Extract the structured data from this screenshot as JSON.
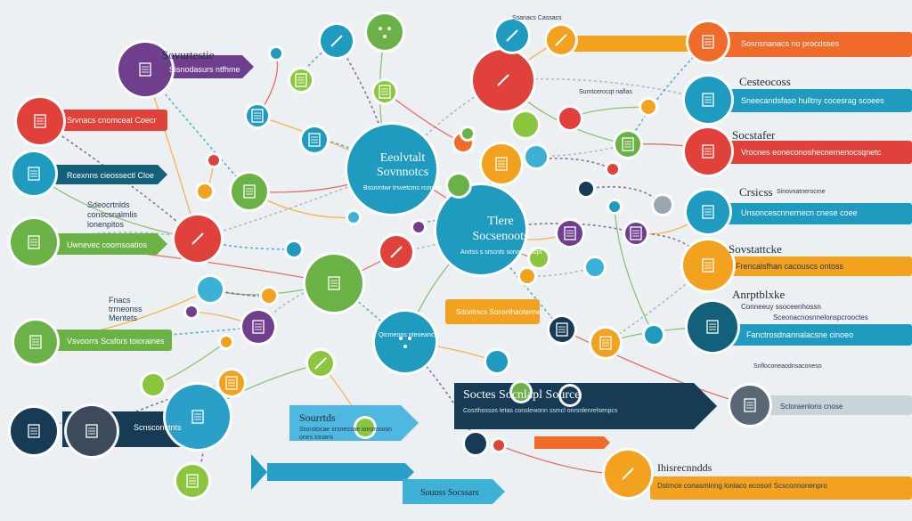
{
  "colors": {
    "bg": "#edf0f2",
    "teal": "#1f9bbf",
    "deep_teal": "#13607a",
    "navy": "#173a55",
    "red": "#e0413a",
    "orange": "#f3a21f",
    "orange_red": "#f06a2a",
    "green": "#6bb246",
    "purple": "#6f3f8e",
    "lime": "#8cc63f",
    "cyan": "#3bb1d6"
  },
  "hubs": {
    "hub_left": {
      "title": "Eeolvtalt Sovnnotcs",
      "sub": "Bssnrntwr trsvetcms rconrds"
    },
    "hub_center": {
      "title": "Tlere Socsenoots",
      "sub": "Anrtss s srscnts sonrclm oopt"
    }
  },
  "left_tags": [
    {
      "label": "Sovurtestie"
    },
    {
      "label": "Sisnodasurs ntfhme"
    },
    {
      "label": "Srvnacs cnomceat Coecr"
    },
    {
      "label": "Rcexnns cieossectl Cloe"
    },
    {
      "label": "Uwnevec coomsoatios"
    },
    {
      "label": "Vsvoorrs Scsfors toioraines"
    },
    {
      "label": "Scnsconctnts"
    }
  ],
  "left_texts": {
    "caption_left": "Sdeocrtnlds conscsnalmlis lonenpitos",
    "caption_left2": "Fnacs trrneonss Mentets"
  },
  "center_tags": {
    "center_tag": "Sdonlrscs Sonsnlhaoterme",
    "center_tag_sub": "Qicrneoos nteoeancts",
    "source_arrow": "Sourrtds",
    "source_arrow_sub": "Sisnstocae srsnessae ionomsosn ones tonans",
    "bottom_arrow": "Souuss Socssars",
    "source_banner": "Soctes Socnlapl Source",
    "source_banner_sub": "Cosrthossos tetas conslewonn ssmcl onrsnlenrelsenpcs",
    "top_label": "Ssanacs Cassacs",
    "top_label2": "Sumtcerocqt naflas"
  },
  "right_rows": [
    {
      "title": "",
      "label": "Sosnsnanacs no procdsses"
    },
    {
      "title": "Cesteocoss",
      "label": "Sneecandsfaso hulltny cocesrag scoees"
    },
    {
      "title": "Socstafer",
      "label": "Vrocnes eoneconoshecnemenocsqnetc"
    },
    {
      "title": "Crsicss",
      "label": "Unsoncescnnernecn cnese coee"
    },
    {
      "title": "Sovstattcke",
      "label": "Frencalsfhan cacouscs ontoss"
    },
    {
      "title": "Anrptblxke",
      "label": "Sceonacnosnnelonspcrooctes"
    },
    {
      "title": "",
      "label": "Fanctrosdnannalacsne cinoeo"
    },
    {
      "title": "Ihisrecnndds",
      "label": "Dstrnce conasmlnng lonlaco ecosorl Scsconnonenpro"
    }
  ],
  "right_texts": {
    "sub_aside_1": "Sinovnatnerocme",
    "sub_aside_2": "Conneeuy ssoceenhossn",
    "sub_aside_3": "Snfloconeaodnsaconeso",
    "row7_sub": "Sctoraenlons cnose"
  },
  "icons": [
    "document-icon",
    "book-icon",
    "book-icon",
    "document-icon",
    "notebook-icon",
    "book-icon",
    "document-icon",
    "pencil-icon",
    "pencil-icon",
    "document-icon",
    "book-icon",
    "card-icon",
    "document-icon",
    "document-icon",
    "document-icon",
    "document-icon",
    "pencil-icon",
    "pencil-icon",
    "book-icon",
    "document-icon",
    "network-icon",
    "network-icon",
    "pencil-icon",
    "pencil-icon",
    "document-icon",
    "document-icon",
    "document-icon",
    "pencil-icon",
    "document-icon",
    "book-icon",
    "document-icon",
    "book-icon",
    "document-icon",
    "document-icon",
    "document-icon",
    "book-icon",
    "document-icon",
    "book-icon",
    "document-icon",
    "pencil-icon"
  ]
}
